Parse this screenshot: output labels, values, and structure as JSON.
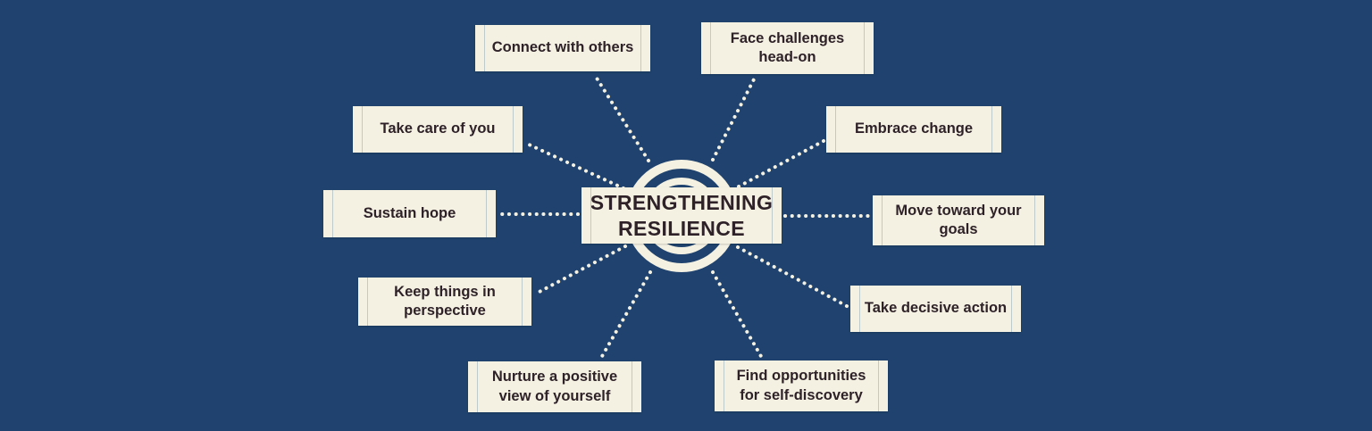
{
  "theme": {
    "bg": "#1F436E",
    "box": "#F4F1E3",
    "ink": "#2E2228",
    "rule": "#AEBCC6",
    "dot": "#F4F1E3"
  },
  "center": {
    "label": "STRENGTHENING RESILIENCE"
  },
  "nodes": [
    {
      "id": "connect-with-others",
      "label": "Connect with others"
    },
    {
      "id": "face-challenges-head-on",
      "label": "Face challenges head-on"
    },
    {
      "id": "take-care-of-you",
      "label": "Take care of you"
    },
    {
      "id": "embrace-change",
      "label": "Embrace change"
    },
    {
      "id": "sustain-hope",
      "label": "Sustain hope"
    },
    {
      "id": "move-toward-your-goals",
      "label": "Move toward your goals"
    },
    {
      "id": "keep-things-in-perspective",
      "label": "Keep things in perspective"
    },
    {
      "id": "take-decisive-action",
      "label": "Take decisive action"
    },
    {
      "id": "nurture-a-positive-view-of-yourself",
      "label": "Nurture a positive view of yourself"
    },
    {
      "id": "find-opportunities-for-self-discovery",
      "label": "Find opportunities for self-discovery"
    }
  ]
}
